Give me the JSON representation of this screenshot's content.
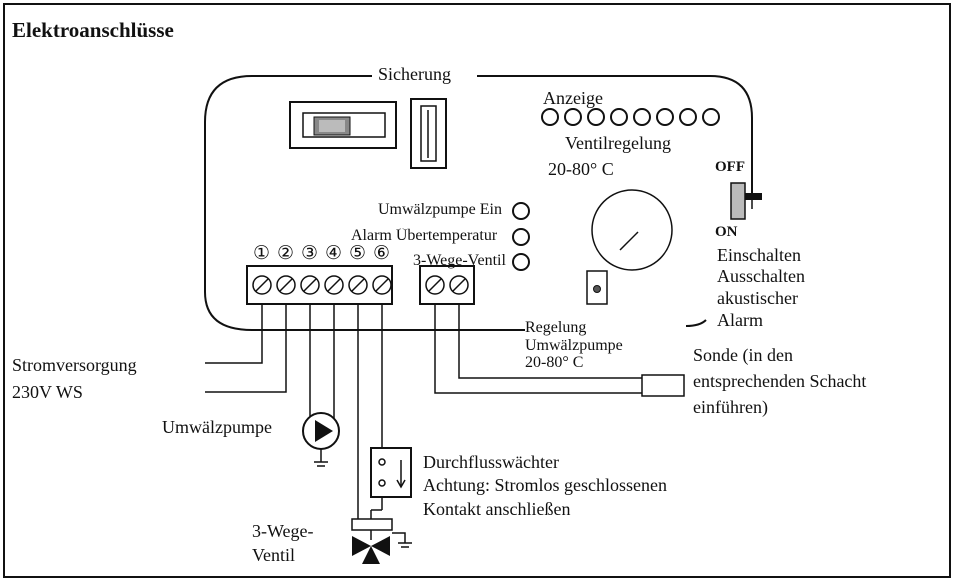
{
  "title": "Elektroanschlüsse",
  "panel": {
    "fuse_label": "Sicherung",
    "display_label": "Anzeige",
    "valve_control_label": "Ventilregelung",
    "valve_control_range": "20-80° C",
    "off_label": "OFF",
    "on_label": "ON",
    "switch_description": [
      "Einschalten",
      "Ausschalten",
      "akustischer",
      "Alarm"
    ],
    "indicators": [
      "Umwälzpumpe Ein",
      "Alarm Übertemperatur",
      "3-Wege-Ventil"
    ],
    "terminal_numbers": [
      "①",
      "②",
      "③",
      "④",
      "⑤",
      "⑥"
    ],
    "regulation_label": [
      "Regelung",
      "Umwälzpumpe",
      "20-80° C"
    ]
  },
  "external": {
    "power_supply": [
      "Stromversorgung",
      "230V WS"
    ],
    "pump_label": "Umwälzpumpe",
    "probe_label": [
      "Sonde (in den",
      "entsprechenden Schacht",
      "einführen)"
    ],
    "flow_switch_label": [
      "Durchflusswächter",
      "Achtung: Stromlos geschlossenen",
      "Kontakt anschließen"
    ],
    "valve_label": [
      "3-Wege-",
      "Ventil"
    ]
  }
}
